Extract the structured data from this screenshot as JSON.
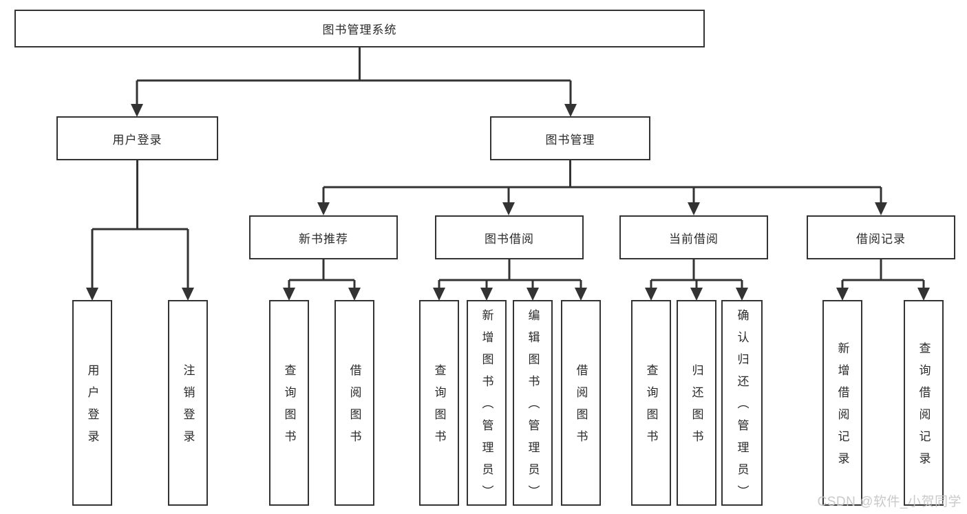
{
  "colors": {
    "line": "#333333",
    "box_border": "#333333",
    "text": "#2a2a2a",
    "node_background": "#ffffff",
    "page_background": "#ffffff",
    "watermark": "#c4c4c4"
  },
  "tree": {
    "root": {
      "label": "图书管理系统"
    },
    "level2": [
      {
        "label": "用户登录",
        "leaves": [
          {
            "label": "用户登录"
          },
          {
            "label": "注销登录"
          }
        ]
      },
      {
        "label": "图书管理",
        "groups": [
          {
            "label": "新书推荐",
            "leaves": [
              {
                "label": "查询图书"
              },
              {
                "label": "借阅图书"
              }
            ]
          },
          {
            "label": "图书借阅",
            "leaves": [
              {
                "label": "查询图书"
              },
              {
                "label": "新增图书（管理员）"
              },
              {
                "label": "编辑图书（管理员）"
              },
              {
                "label": "借阅图书"
              }
            ]
          },
          {
            "label": "当前借阅",
            "leaves": [
              {
                "label": "查询图书"
              },
              {
                "label": "归还图书"
              },
              {
                "label": "确认归还（管理员）"
              }
            ]
          },
          {
            "label": "借阅记录",
            "leaves": [
              {
                "label": "新增借阅记录"
              },
              {
                "label": "查询借阅记录"
              }
            ]
          }
        ]
      }
    ]
  },
  "watermark": {
    "text": "CSDN @软件_小贺同学"
  }
}
